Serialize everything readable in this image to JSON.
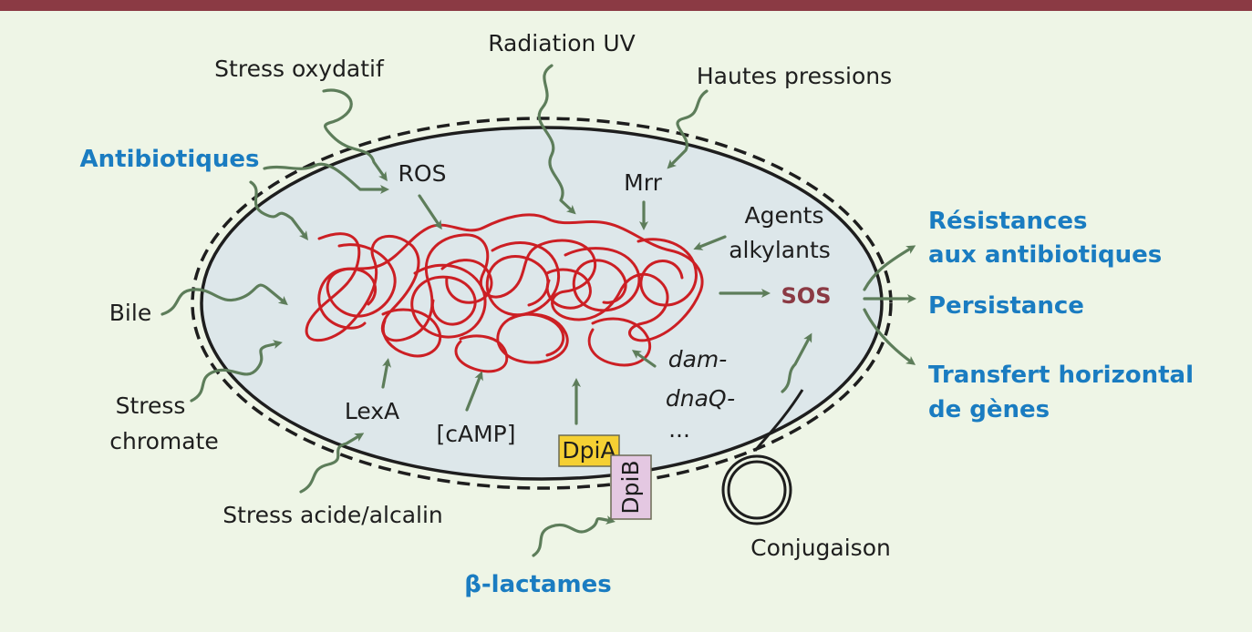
{
  "diagram": {
    "stress_inputs": {
      "radiation_uv": "Radiation UV",
      "stress_oxydatif": "Stress oxydatif",
      "hautes_pressions": "Hautes pressions",
      "antibiotiques": "Antibiotiques",
      "bile": "Bile",
      "stress_chromate_line1": "Stress",
      "stress_chromate_line2": "chromate",
      "stress_acide": "Stress acide/alcalin",
      "beta_lactames": "β-lactames"
    },
    "cell_components": {
      "ros": "ROS",
      "mrr": "Mrr",
      "agents_line1": "Agents",
      "agents_line2": "alkylants",
      "lexa": "LexA",
      "camp": "[cAMP]",
      "dam": "dam-",
      "dnaq": "dnaQ-",
      "ellipsis": "...",
      "sos": "SOS",
      "dpia": "DpiA",
      "dpib": "DpiB"
    },
    "conjugaison": "Conjugaison",
    "outcomes": {
      "resistances_line1": "Résistances",
      "resistances_line2": "aux antibiotiques",
      "persistance": "Persistance",
      "transfert_line1": "Transfert horizontal",
      "transfert_line2": "de gènes"
    },
    "colors": {
      "background": "#eef5e6",
      "header_bar": "#8b3a44",
      "cell_fill": "#dde7ea",
      "dna": "#cc1f24",
      "arrow": "#5d7d5a",
      "outcome_text": "#1a7cc1",
      "sos_text": "#8b3a44",
      "dpia_box": "#f5d033",
      "dpib_box": "#e4c8e2"
    }
  }
}
